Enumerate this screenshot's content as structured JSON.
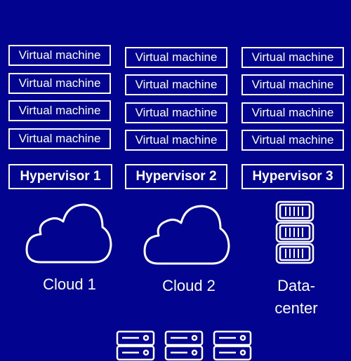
{
  "columns": [
    {
      "vms": [
        "Virtual machine",
        "Virtual machine",
        "Virtual machine",
        "Virtual machine"
      ],
      "hypervisor": "Hypervisor 1",
      "platform": {
        "icon": "cloud-icon",
        "label": "Cloud 1"
      }
    },
    {
      "vms": [
        "Virtual machine",
        "Virtual machine",
        "Virtual machine",
        "Virtual machine"
      ],
      "hypervisor": "Hypervisor 2",
      "platform": {
        "icon": "cloud-icon",
        "label": "Cloud 2"
      }
    },
    {
      "vms": [
        "Virtual machine",
        "Virtual machine",
        "Virtual machine",
        "Virtual machine"
      ],
      "hypervisor": "Hypervisor 3",
      "platform": {
        "icon": "server-rack-icon",
        "label_line1": "Data-",
        "label_line2": "center"
      }
    }
  ],
  "bottom_icons": [
    "server-icon",
    "server-icon",
    "server-icon"
  ],
  "colors": {
    "background": "#02048f",
    "foreground": "#ffffff"
  }
}
